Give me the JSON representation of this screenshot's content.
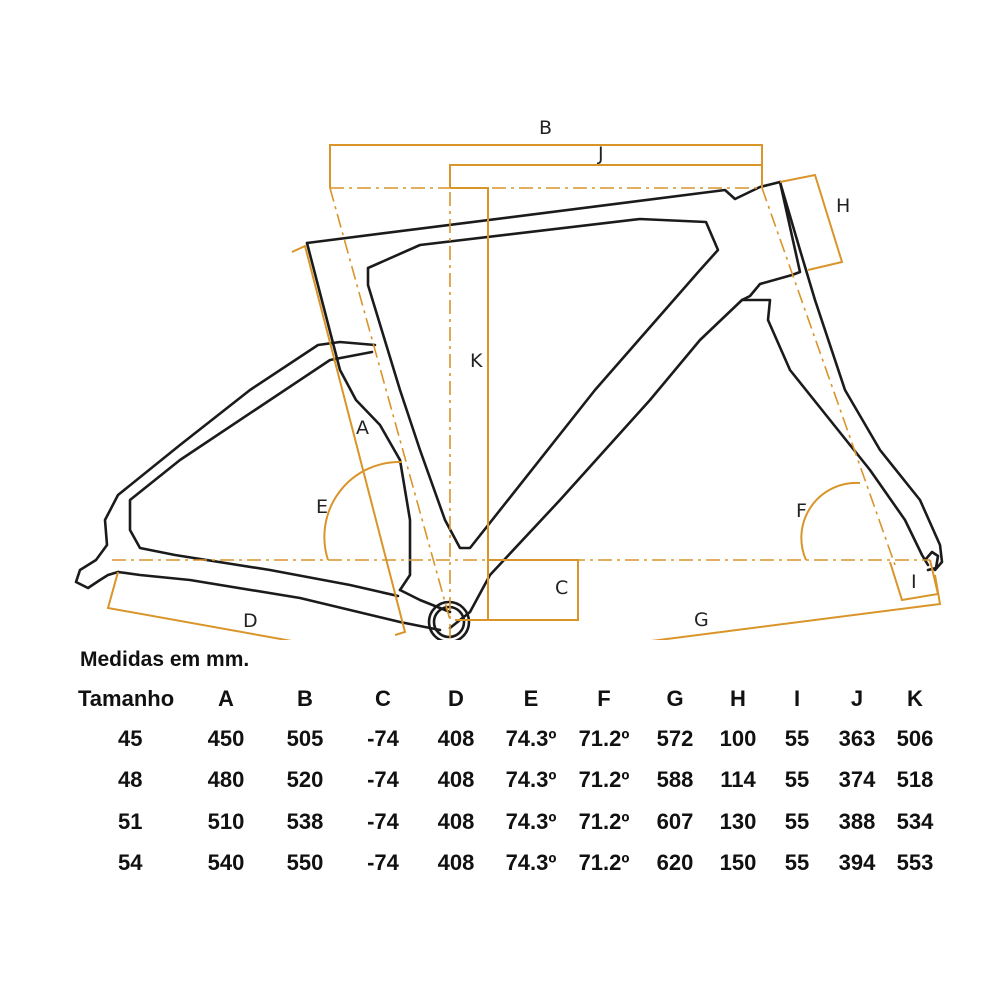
{
  "colors": {
    "dimension": "#d9942a",
    "frame": "#1b1b1b"
  },
  "labels": {
    "A": "A",
    "B": "B",
    "C": "C",
    "D": "D",
    "E": "E",
    "F": "F",
    "G": "G",
    "H": "H",
    "I": "I",
    "J": "J",
    "K": "K"
  },
  "table": {
    "caption": "Medidas em mm.",
    "corner_header": "Tamanho",
    "columns": [
      "A",
      "B",
      "C",
      "D",
      "E",
      "F",
      "G",
      "H",
      "I",
      "J",
      "K"
    ],
    "rows": [
      {
        "size": "45",
        "values": [
          "450",
          "505",
          "-74",
          "408",
          "74.3º",
          "71.2º",
          "572",
          "100",
          "55",
          "363",
          "506"
        ]
      },
      {
        "size": "48",
        "values": [
          "480",
          "520",
          "-74",
          "408",
          "74.3º",
          "71.2º",
          "588",
          "114",
          "55",
          "374",
          "518"
        ]
      },
      {
        "size": "51",
        "values": [
          "510",
          "538",
          "-74",
          "408",
          "74.3º",
          "71.2º",
          "607",
          "130",
          "55",
          "388",
          "534"
        ]
      },
      {
        "size": "54",
        "values": [
          "540",
          "550",
          "-74",
          "408",
          "74.3º",
          "71.2º",
          "620",
          "150",
          "55",
          "394",
          "553"
        ]
      }
    ]
  }
}
